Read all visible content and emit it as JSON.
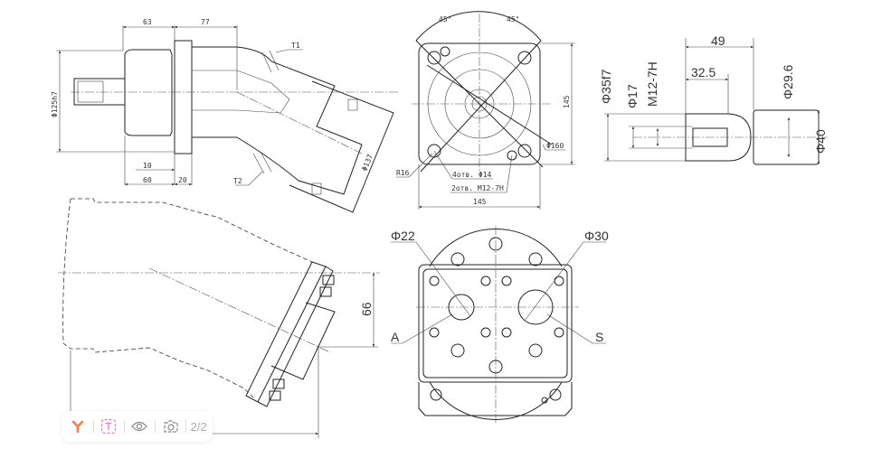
{
  "drawing": {
    "side_view": {
      "dim_63": "63",
      "dim_77": "77",
      "dim_d125": "Φ125h7",
      "dim_10": "10",
      "dim_60": "60",
      "dim_20": "20",
      "t1": "T1",
      "t2": "T2",
      "dim_d137": "Φ137"
    },
    "front_view": {
      "angle_left": "45°",
      "angle_right": "45°",
      "dim_145_v": "145",
      "dim_145_h": "145",
      "dim_d160": "Φ160",
      "r16": "R16",
      "holes_14": "4отв. Φ14",
      "holes_m12": "2отв. M12-7H"
    },
    "shaft_view": {
      "dim_49": "49",
      "dim_32_5": "32.5",
      "dim_d35": "Φ35f7",
      "dim_d17": "Φ17",
      "dim_m12": "M12-7H",
      "dim_d29_6": "Φ29.6",
      "dim_d40": "Φ40"
    },
    "port_view": {
      "dim_d22": "Φ22",
      "dim_d30": "Φ30",
      "port_a": "A",
      "port_s": "S"
    },
    "bottom_side_view": {
      "dim_66": "66"
    }
  },
  "toolbar": {
    "page_indicator": "2/2",
    "accent": "#ff7a45",
    "text_tool_color": "#ff6ec7"
  }
}
